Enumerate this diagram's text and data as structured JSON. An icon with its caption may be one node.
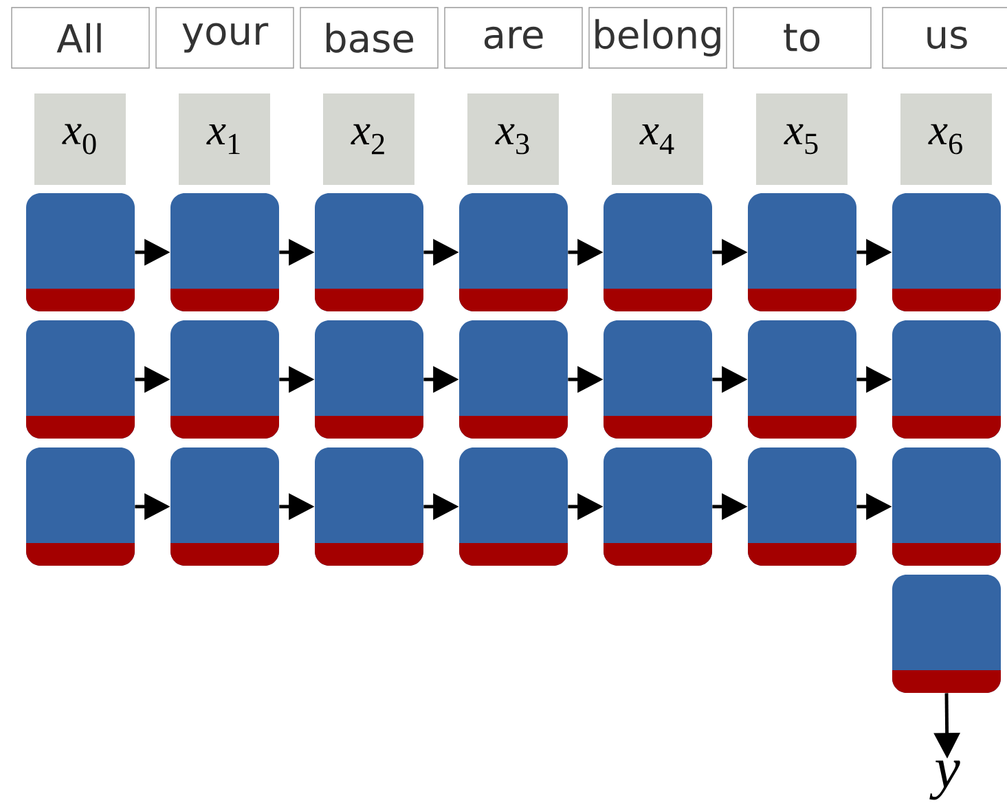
{
  "diagram": {
    "nodes": [
      {
        "text": [
          "All"
        ]
      },
      {
        "text": [
          "your"
        ]
      },
      {
        "text": [
          "base"
        ]
      },
      {
        "text": [
          "are"
        ]
      },
      {
        "text": [
          "belong"
        ]
      },
      {
        "text": [
          "to"
        ]
      },
      {
        "text": [
          "us"
        ]
      },
      {
        "text": [
          "*x*$_{0}$"
        ]
      },
      {
        "text": [
          "*x*$_{1}$"
        ]
      },
      {
        "text": [
          "*x*$_{2}$"
        ]
      },
      {
        "text": [
          "*x*$_{3}$"
        ]
      },
      {
        "text": [
          "*x*$_{4}$"
        ]
      },
      {
        "text": [
          "*x*$_{5}$"
        ]
      },
      {
        "text": [
          "*x*$_{6}$"
        ]
      },
      {
        "text": [],
        "shape": "box"
      },
      {
        "text": [],
        "shape": "box"
      },
      {
        "text": [],
        "shape": "box"
      },
      {
        "text": [],
        "shape": "box"
      },
      {
        "text": [],
        "shape": "box"
      },
      {
        "text": [],
        "shape": "box"
      },
      {
        "text": [],
        "shape": "box"
      },
      {
        "text": [],
        "shape": "box"
      },
      {
        "text": [],
        "shape": "box"
      },
      {
        "text": [],
        "shape": "box"
      },
      {
        "text": [],
        "shape": "box"
      },
      {
        "text": [],
        "shape": "box"
      },
      {
        "text": [],
        "shape": "box"
      },
      {
        "text": [],
        "shape": "box"
      },
      {
        "text": [],
        "shape": "box"
      },
      {
        "text": [],
        "shape": "box"
      },
      {
        "text": [],
        "shape": "box"
      },
      {
        "text": [],
        "shape": "box"
      },
      {
        "text": [],
        "shape": "box"
      },
      {
        "text": [],
        "shape": "box"
      },
      {
        "text": [],
        "shape": "box"
      },
      {
        "text": [],
        "shape": "box"
      },
      {
        "text": [
          "y"
        ]
      }
    ],
    "edges": [
      {
        "from": 14,
        "to": 15,
        "arrow": "to"
      },
      {
        "from": 15,
        "to": 16,
        "arrow": "to"
      },
      {
        "from": 16,
        "to": 17,
        "arrow": "to"
      },
      {
        "from": 17,
        "to": 18,
        "arrow": "to"
      },
      {
        "from": 18,
        "to": 19,
        "arrow": "to"
      },
      {
        "from": 19,
        "to": 20,
        "arrow": "to"
      },
      {
        "from": 21,
        "to": 22,
        "arrow": "to"
      },
      {
        "from": 22,
        "to": 23,
        "arrow": "to"
      },
      {
        "from": 23,
        "to": 24,
        "arrow": "to"
      },
      {
        "from": 24,
        "to": 25,
        "arrow": "to"
      },
      {
        "from": 25,
        "to": 26,
        "arrow": "to"
      },
      {
        "from": 26,
        "to": 27,
        "arrow": "to"
      },
      {
        "from": 28,
        "to": 29,
        "arrow": "to"
      },
      {
        "from": 29,
        "to": 30,
        "arrow": "to"
      },
      {
        "from": 30,
        "to": 31,
        "arrow": "to"
      },
      {
        "from": 31,
        "to": 32,
        "arrow": "to"
      },
      {
        "from": 32,
        "to": 33,
        "arrow": "to"
      },
      {
        "from": 33,
        "to": 34,
        "arrow": "to"
      },
      {
        "from": 35,
        "to": 36,
        "arrow": "to"
      }
    ]
  }
}
